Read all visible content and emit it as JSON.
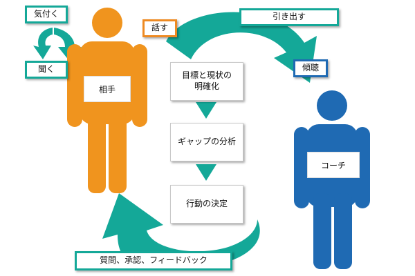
{
  "labels": {
    "kizuku": "気付く",
    "kiku": "聞く",
    "hanasu": "話す",
    "hikidasu": "引き出す",
    "keicho": "傾聴",
    "aite": "相手",
    "coach": "コーチ",
    "step1": "目標と現状の\n明確化",
    "step2": "ギャップの分析",
    "step3": "行動の決定",
    "feedback": "質問、承認、フィードバック"
  },
  "colors": {
    "orange": "#f0941e",
    "blue": "#1f6ab3",
    "teal": "#14a898",
    "arrow_down": "#14a898"
  }
}
